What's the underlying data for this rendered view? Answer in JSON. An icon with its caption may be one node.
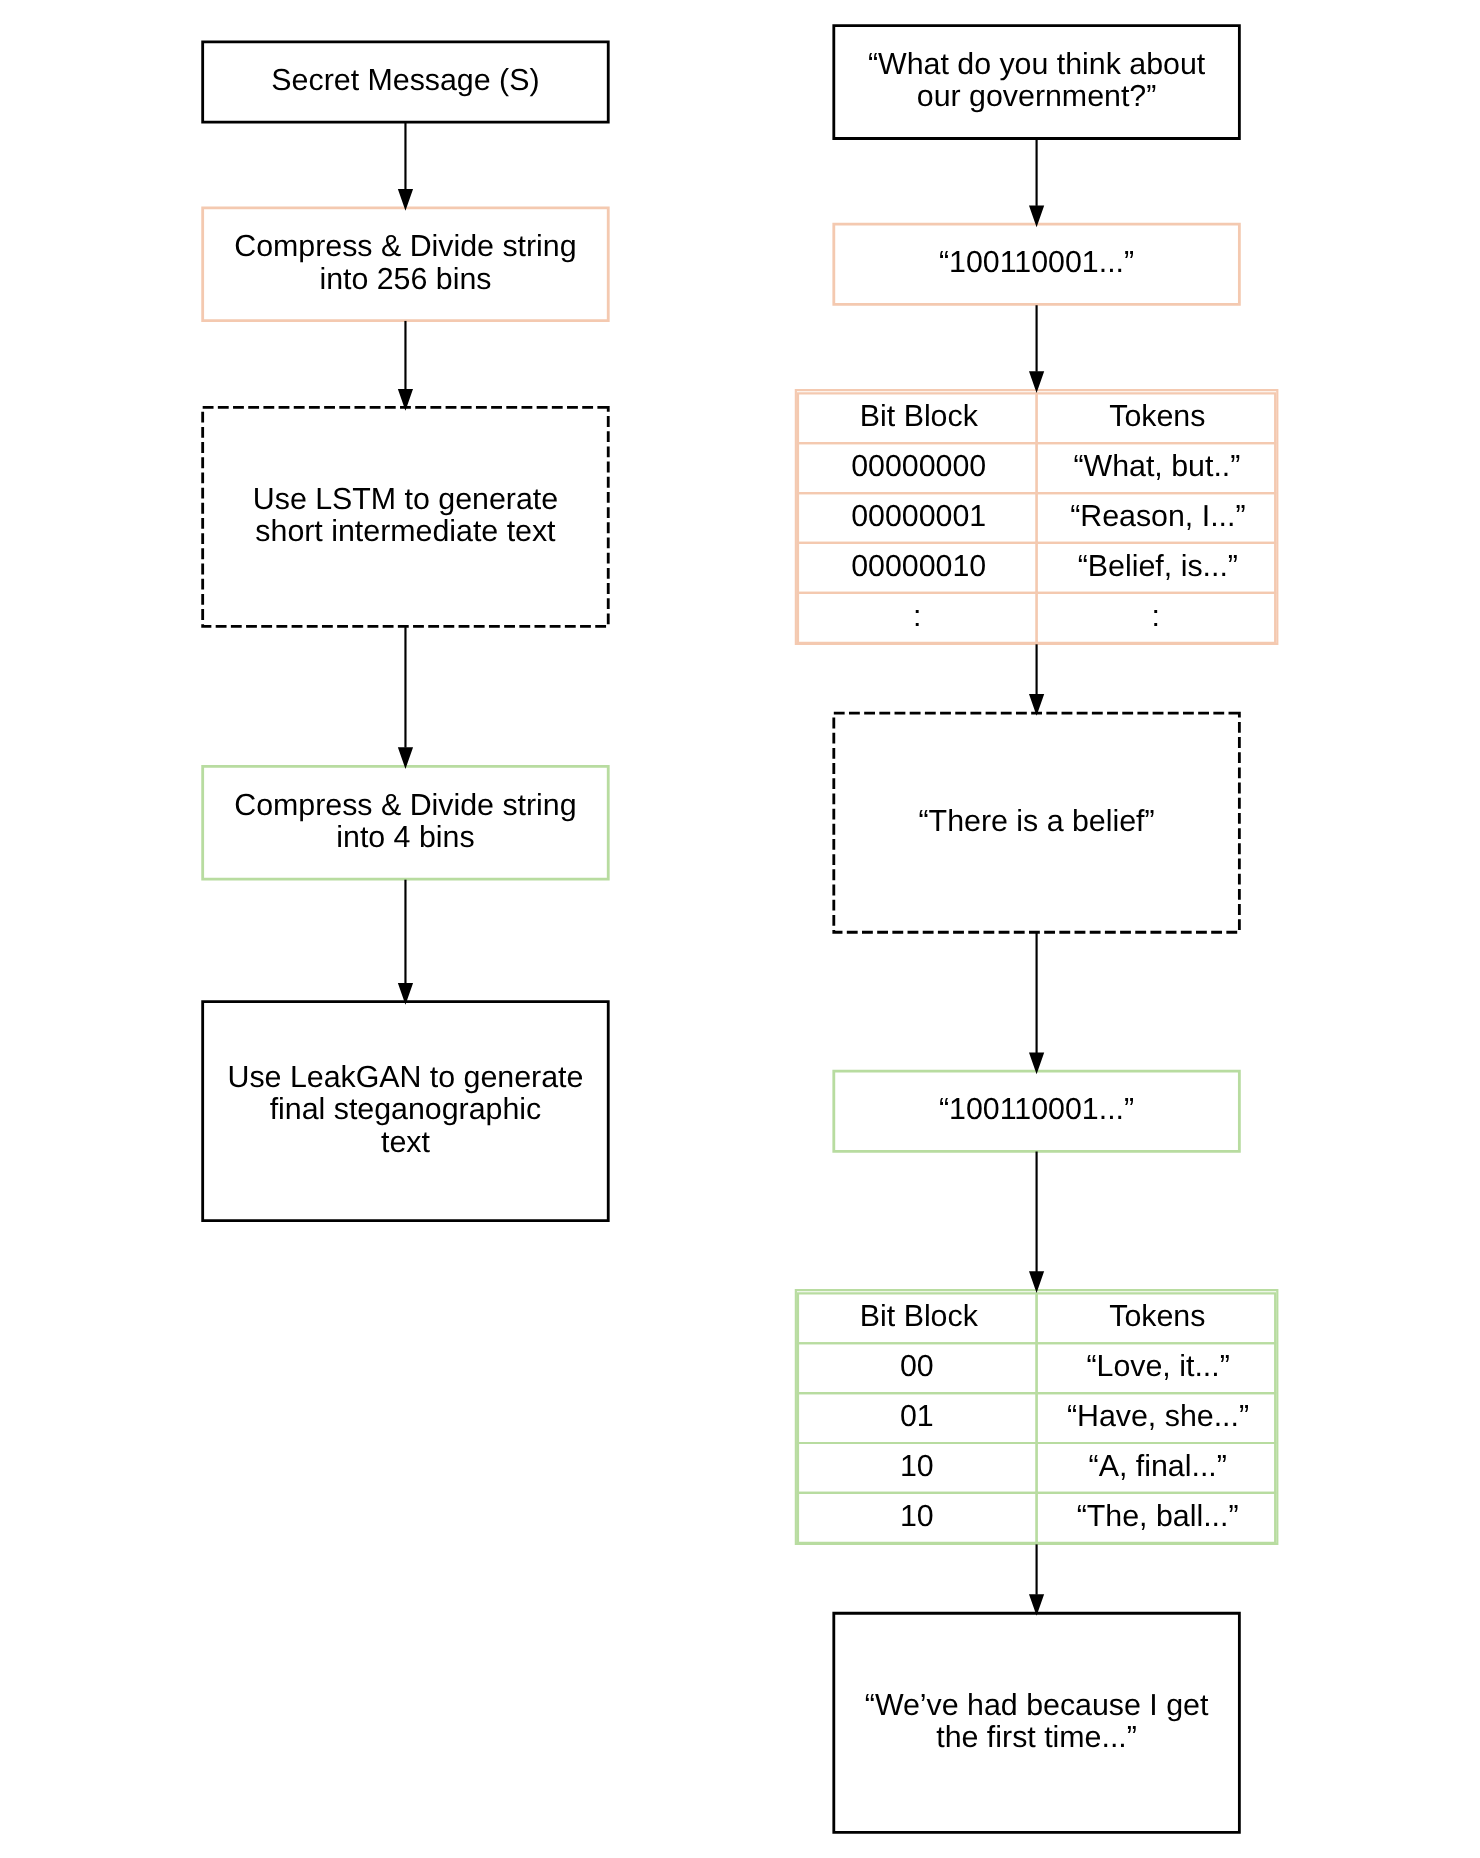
{
  "diagram": {
    "nodes": [
      {
        "text": [
          "Secret Message (S)"
        ]
      },
      {
        "text": [
          "Compress & Divide string into 256 bins"
        ]
      },
      {
        "text": [
          "Use LSTM to generate short intermediate text"
        ]
      },
      {
        "text": [
          "Compress & Divide string into 4 bins"
        ]
      },
      {
        "text": [
          "Use LeakGAN to generate final steganographic text"
        ]
      },
      {
        "text": [
          "“What do you think about our government?”"
        ]
      },
      {
        "text": [
          "“100110001...”"
        ]
      },
      {
        "text": [
          "Bit Block",
          "Tokens",
          "00000000",
          "“What, but..”",
          "00000001",
          "“Reason, I...”",
          "00000010",
          "“Belief, is...”",
          ":",
          ":"
        ]
      },
      {
        "text": [
          "“There is a belief”"
        ]
      },
      {
        "text": [
          "“100110001...”"
        ]
      },
      {
        "text": [
          "Bit Block",
          "Tokens",
          "00",
          "“Love, it...”",
          "01",
          "“Have, she...”",
          "10",
          "“A, final...”",
          "10",
          "“The, ball...”"
        ]
      },
      {
        "text": [
          "“We’ve had because I get the first time...”"
        ]
      }
    ],
    "edges": [
      {
        "from": 0,
        "to": 1,
        "arrow": "to"
      },
      {
        "from": 1,
        "to": 2,
        "arrow": "to"
      },
      {
        "from": 2,
        "to": 3,
        "arrow": "to"
      },
      {
        "from": 3,
        "to": 4,
        "arrow": "to"
      },
      {
        "from": 5,
        "to": 6,
        "arrow": "to"
      },
      {
        "from": 6,
        "to": 7,
        "arrow": "to"
      },
      {
        "from": 7,
        "to": 8,
        "arrow": "to"
      },
      {
        "from": 8,
        "to": 9,
        "arrow": "to"
      },
      {
        "from": 9,
        "to": 10,
        "arrow": "to"
      },
      {
        "from": 10,
        "to": 11,
        "arrow": "to"
      }
    ]
  }
}
